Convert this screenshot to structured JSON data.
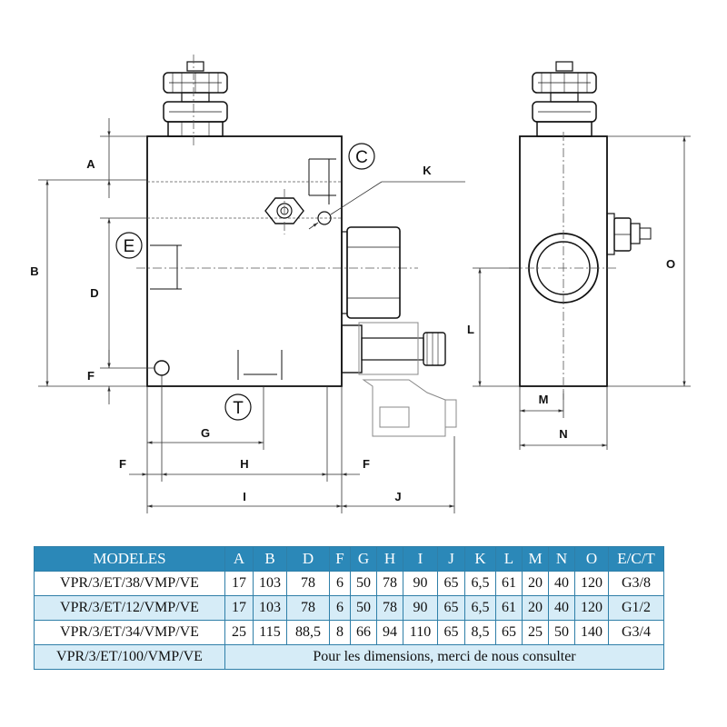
{
  "dimension_labels": {
    "A": "A",
    "B": "B",
    "D": "D",
    "F_left": "F",
    "G": "G",
    "H": "H",
    "I": "I",
    "J": "J",
    "F_bottom_left": "F",
    "F_bottom_right": "F",
    "K": "K",
    "L": "L",
    "M": "M",
    "N": "N",
    "O": "O"
  },
  "port_labels": {
    "C": "C",
    "E": "E",
    "T": "T"
  },
  "table": {
    "headers": [
      "MODELES",
      "A",
      "B",
      "D",
      "F",
      "G",
      "H",
      "I",
      "J",
      "K",
      "L",
      "M",
      "N",
      "O",
      "E/C/T"
    ],
    "rows": [
      [
        "VPR/3/ET/38/VMP/VE",
        "17",
        "103",
        "78",
        "6",
        "50",
        "78",
        "90",
        "65",
        "6,5",
        "61",
        "20",
        "40",
        "120",
        "G3/8"
      ],
      [
        "VPR/3/ET/12/VMP/VE",
        "17",
        "103",
        "78",
        "6",
        "50",
        "78",
        "90",
        "65",
        "6,5",
        "61",
        "20",
        "40",
        "120",
        "G1/2"
      ],
      [
        "VPR/3/ET/34/VMP/VE",
        "25",
        "115",
        "88,5",
        "8",
        "66",
        "94",
        "110",
        "65",
        "8,5",
        "65",
        "25",
        "50",
        "140",
        "G3/4"
      ]
    ],
    "last_row": {
      "model": "VPR/3/ET/100/VMP/VE",
      "note": "Pour les dimensions, merci de nous consulter"
    }
  }
}
